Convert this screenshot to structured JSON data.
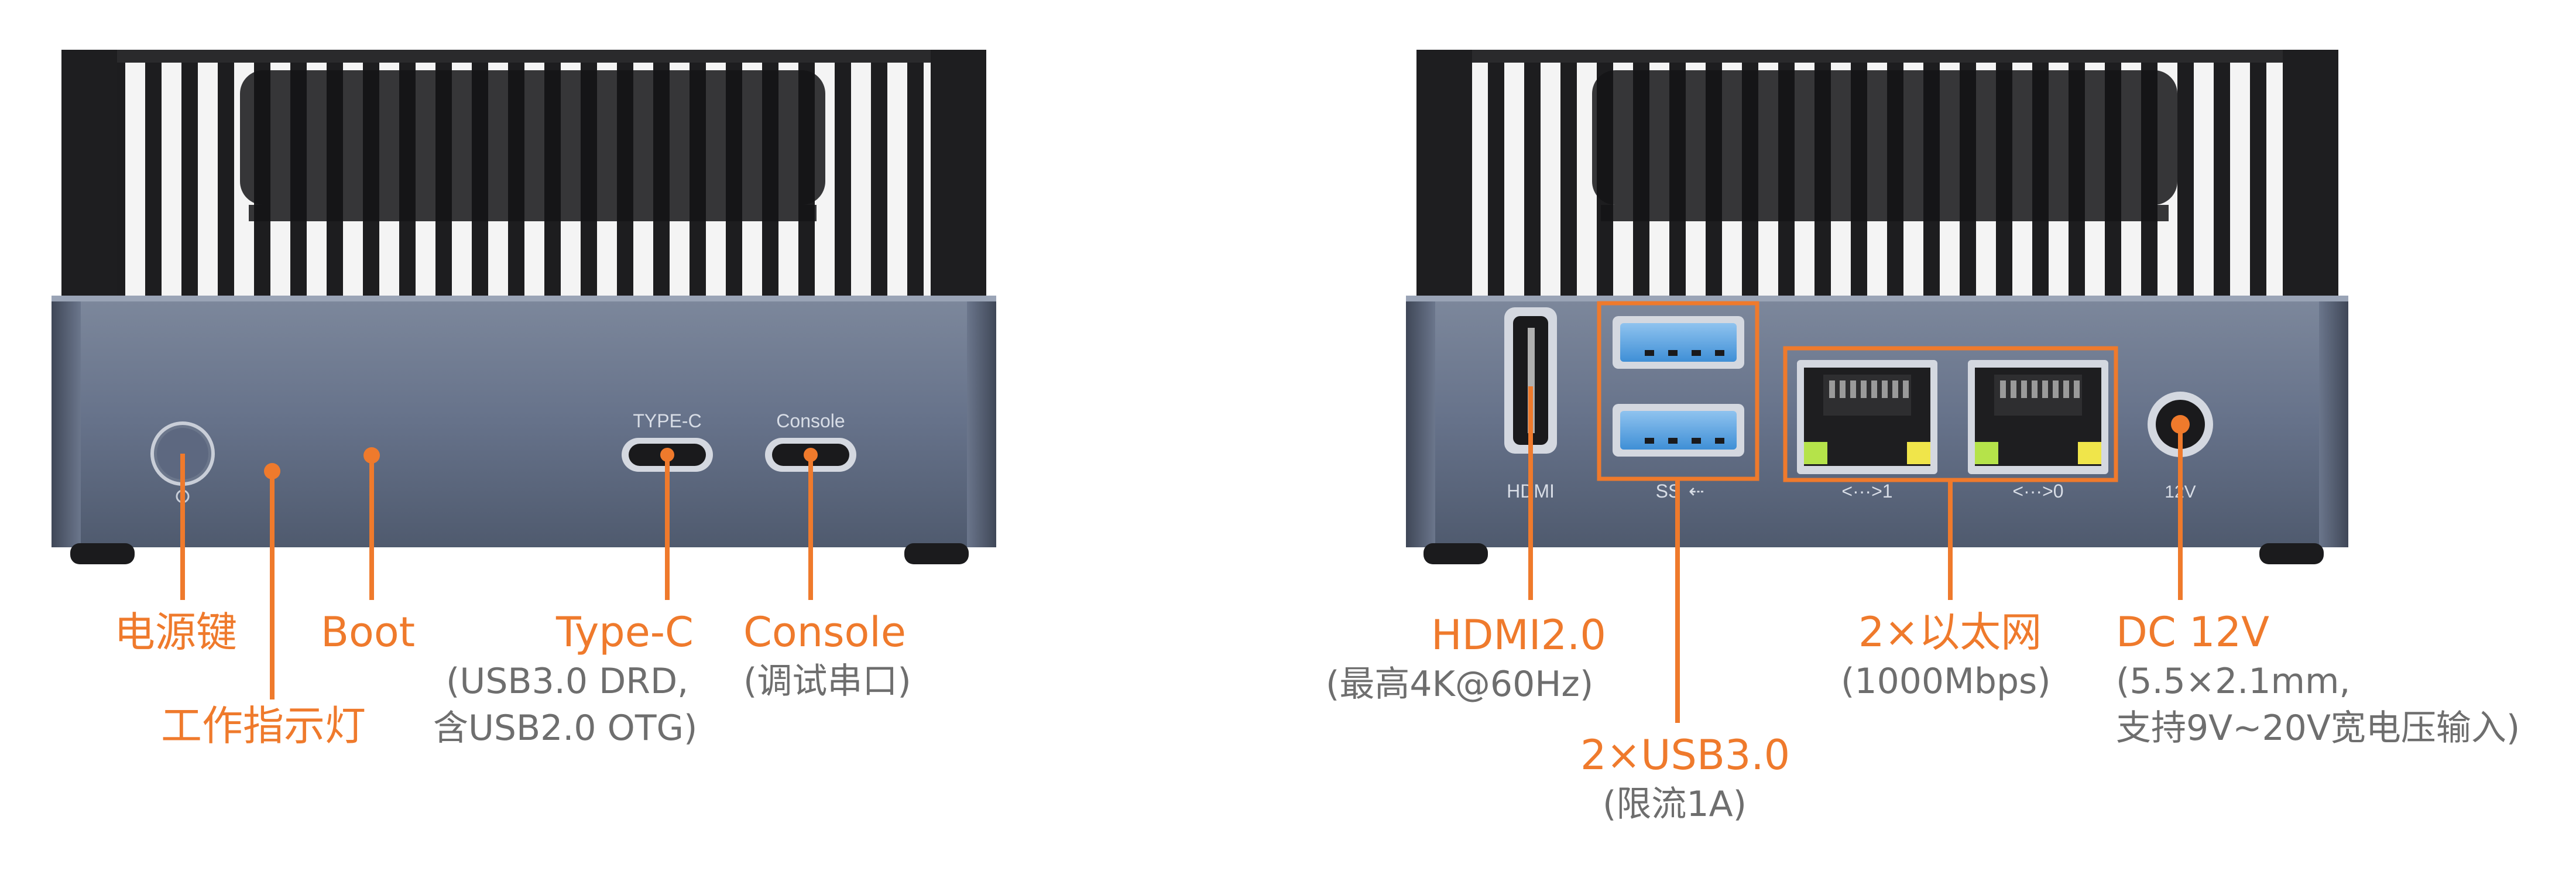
{
  "colors": {
    "accent": "#ef7a2c",
    "subtext": "#6e6e6e",
    "body": "#5f6a80",
    "grille": "#2e2e30"
  },
  "front_panel": {
    "port_prints": {
      "type_c": "TYPE-C",
      "console": "Console"
    },
    "callouts": {
      "power": {
        "title": "电源键",
        "icon": "power-button"
      },
      "indicator": {
        "title": "工作指示灯"
      },
      "boot": {
        "title": "Boot"
      },
      "type_c": {
        "title": "Type-C",
        "sub1": "(USB3.0 DRD,",
        "sub2": "含USB2.0 OTG)"
      },
      "console": {
        "title": "Console",
        "sub1": "(调试串口)"
      }
    }
  },
  "rear_panel": {
    "port_prints": {
      "hdmi": "HDMI",
      "usb": "SS",
      "lan1": "<···>1",
      "lan0": "<···>0",
      "dc": "12V"
    },
    "callouts": {
      "hdmi": {
        "title": "HDMI2.0",
        "sub1": "(最高4K@60Hz)"
      },
      "usb": {
        "title": "2×USB3.0",
        "sub1": "(限流1A)"
      },
      "lan": {
        "title": "2×以太网",
        "sub1": "(1000Mbps)"
      },
      "dc": {
        "title": "DC 12V",
        "sub1": "(5.5×2.1mm,",
        "sub2": "支持9V~20V宽电压输入)"
      }
    }
  }
}
